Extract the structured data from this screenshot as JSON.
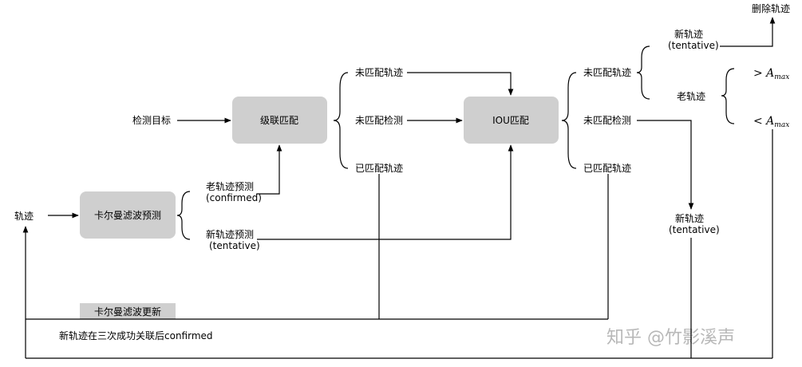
{
  "nodes": {
    "detections": "检测目标",
    "cascade_match": "级联匹配",
    "iou_match": "IOU匹配",
    "kalman_predict": "卡尔曼滤波预测",
    "kalman_update": "卡尔曼滤波更新",
    "tracks": "轨迹",
    "delete_tracks": "删除轨迹"
  },
  "cascade_outputs": {
    "unmatched_tracks": "未匹配轨迹",
    "unmatched_detections": "未匹配检测",
    "matched_tracks": "已匹配轨迹"
  },
  "predict_outputs": {
    "old_line1": "老轨迹预测",
    "old_line2": "(confirmed)",
    "new_line1": "新轨迹预测",
    "new_line2": "(tentative)"
  },
  "iou_outputs": {
    "unmatched_tracks": "未匹配轨迹",
    "unmatched_detections": "未匹配检测",
    "matched_tracks": "已匹配轨迹"
  },
  "unmatched_track_split": {
    "new_line1": "新轨迹",
    "new_line2": "(tentative)",
    "old": "老轨迹"
  },
  "amax": {
    "greater": "> A",
    "less": "< A",
    "sub": "max"
  },
  "new_track": {
    "line1": "新轨迹",
    "line2": "(tentative)"
  },
  "confirm_note": "新轨迹在三次成功关联后confirmed",
  "watermark": "知乎 @竹影溪声"
}
